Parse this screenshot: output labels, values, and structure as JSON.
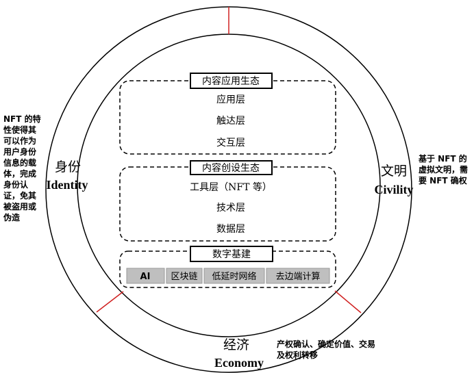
{
  "rings": {
    "identity": {
      "zh": "身份",
      "en": "Identity",
      "note": "NFT 的特性使得其可以作为用户身份信息的载体，完成身份认证，免其被盗用或伪造"
    },
    "civility": {
      "zh": "文明",
      "en": "Civility",
      "note": "基于 NFT 的虚拟文明，需要 NFT 确权"
    },
    "economy": {
      "zh": "经济",
      "en": "Economy",
      "note": "产权确认、确定价值、交易及权利转移"
    }
  },
  "layers": [
    {
      "title": "内容应用生态",
      "items": [
        "应用层",
        "触达层",
        "交互层"
      ]
    },
    {
      "title": "内容创设生态",
      "items": [
        "工具层（NFT 等）",
        "技术层",
        "数据层"
      ]
    },
    {
      "title": "数字基建",
      "items": [
        "AI",
        "区块链",
        "低延时网络",
        "去边端计算"
      ]
    }
  ],
  "colors": {
    "divider": "#d02020",
    "cell": "#bfbfbf"
  }
}
